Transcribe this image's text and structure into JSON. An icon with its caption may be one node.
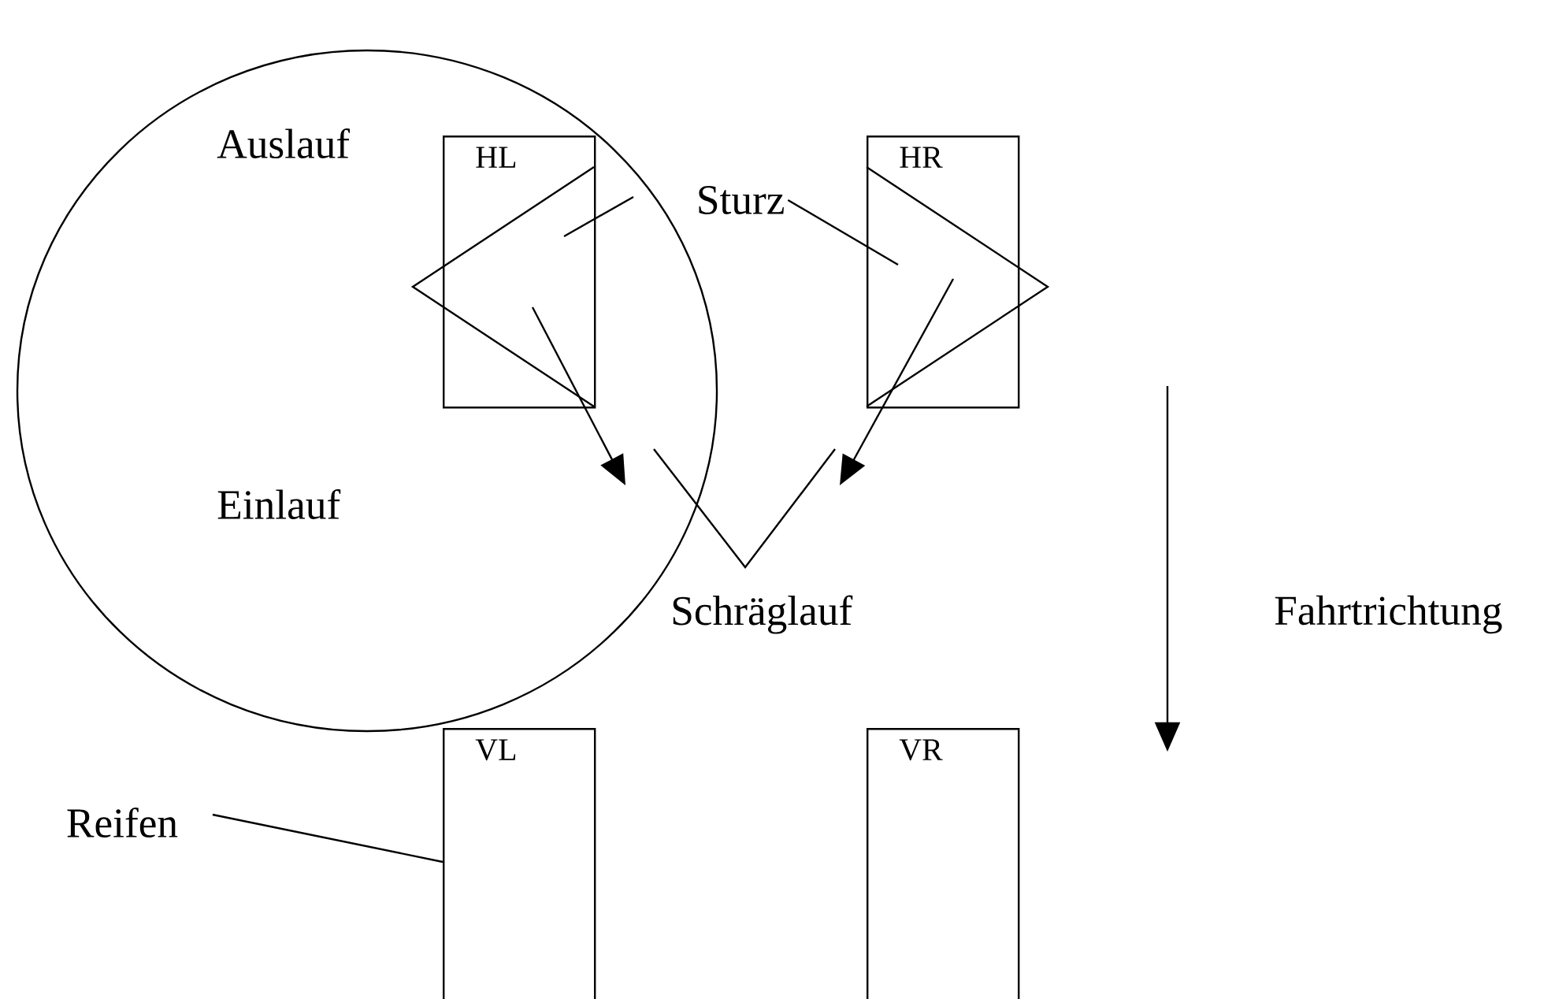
{
  "diagram": {
    "nodes": [
      {
        "text": [
          "Auslauf",
          "Einlauf"
        ]
      },
      {
        "text": [
          "HL"
        ],
        "in": 0
      },
      {
        "text": [
          "HR"
        ]
      },
      {
        "text": [
          "VL"
        ]
      },
      {
        "text": [
          "VR"
        ]
      },
      {
        "text": [
          "Sturz"
        ]
      },
      {
        "text": [
          "Reifen"
        ]
      }
    ],
    "edges": [
      {
        "from": 5,
        "to": 2,
        "arrow": "none"
      },
      {
        "from": 6,
        "to": 3,
        "arrow": "none"
      }
    ],
    "labels": [
      "Schräglauf",
      "Fahrtrichtung"
    ]
  }
}
